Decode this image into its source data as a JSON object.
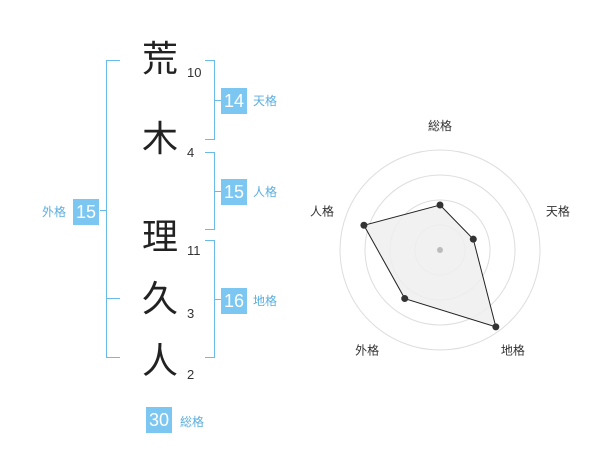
{
  "name_chars": [
    {
      "char": "荒",
      "strokes": "10"
    },
    {
      "char": "木",
      "strokes": "4"
    },
    {
      "char": "理",
      "strokes": "11"
    },
    {
      "char": "久",
      "strokes": "3"
    },
    {
      "char": "人",
      "strokes": "2"
    }
  ],
  "fortunes": {
    "tenkaku": {
      "value": "14",
      "label": "天格"
    },
    "jinkaku": {
      "value": "15",
      "label": "人格"
    },
    "chikaku": {
      "value": "16",
      "label": "地格"
    },
    "gaikaku": {
      "value": "15",
      "label": "外格"
    },
    "soukaku": {
      "value": "30",
      "label": "総格"
    }
  },
  "radar": {
    "axes": [
      "総格",
      "天格",
      "地格",
      "外格",
      "人格"
    ],
    "values": [
      0.45,
      0.35,
      0.95,
      0.6,
      0.8
    ],
    "colors": {
      "grid": "#dddddd",
      "fill": "#eeeeee",
      "line": "#222222",
      "point": "#333333",
      "center": "#bbbbbb"
    }
  }
}
